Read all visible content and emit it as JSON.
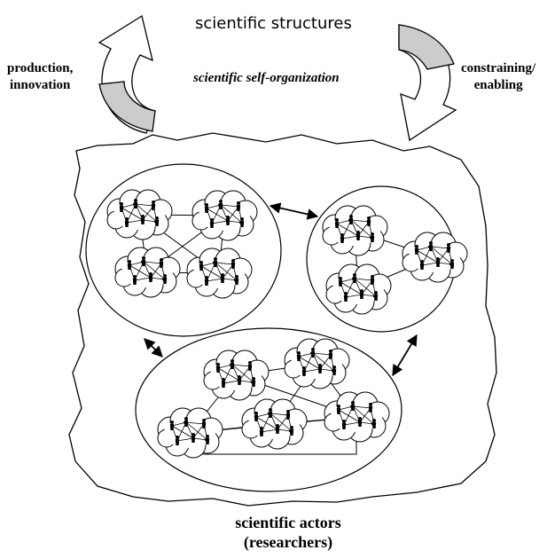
{
  "diagram": {
    "title": "scientific structures",
    "subtitle": "scientific self-organization",
    "left_label": [
      "production,",
      "innovation"
    ],
    "right_label": [
      "constraining/",
      "enabling"
    ],
    "bottom_label": [
      "scientific actors",
      "(researchers)"
    ]
  },
  "colors": {
    "stroke": "#000000",
    "arrow_fill": "#cccccc",
    "background": "#ffffff"
  },
  "icons": [
    "curved-arrow-up-icon",
    "curved-arrow-down-icon",
    "person-icon",
    "cloud-icon"
  ]
}
